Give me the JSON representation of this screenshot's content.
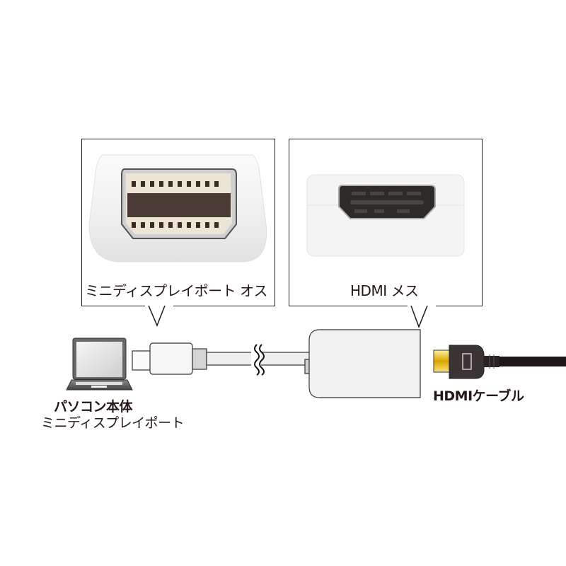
{
  "callouts": {
    "mini_displayport": {
      "label": "ミニディスプレイポート オス",
      "connector": "mini-displayport-male"
    },
    "hdmi": {
      "label": "HDMI メス",
      "connector": "hdmi-female"
    }
  },
  "diagram": {
    "pc": {
      "title": "パソコン本体",
      "subtitle": "ミニディスプレイポート",
      "icon": "laptop-icon"
    },
    "cable_label": "HDMIケーブル",
    "adapter": "adapter-box",
    "break_symbol": "cable-break-icon"
  },
  "colors": {
    "line": "#231815",
    "adapter_fill": "#f0f0f0",
    "hdmi_gold": "#d9a400",
    "hdmi_body": "#3a3434",
    "cable_black": "#1e1616"
  }
}
